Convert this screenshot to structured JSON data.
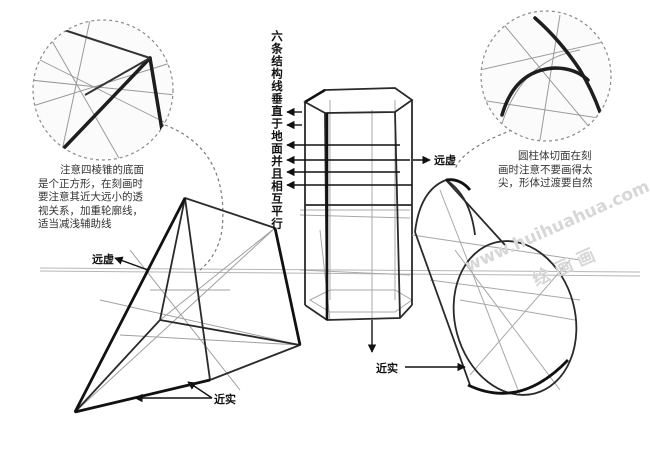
{
  "annotations": {
    "six_lines_vertical": "六条结构线垂直于地面并且相互平行",
    "pyramid_note": [
      "注意四棱锥的底面",
      "是个正方形，在刻画时",
      "要注意其近大远小的透",
      "视关系，加重轮廓线，",
      "适当减浅辅助线"
    ],
    "cylinder_note": [
      "圆柱体切面在刻",
      "画时注意不要画得太",
      "尖，形体过渡要自然"
    ],
    "far_label_left": "远虚",
    "far_label_right": "远虚",
    "near_label_left": "近实",
    "near_label_right": "近实"
  },
  "watermark": {
    "url": "www.huihuahua.com",
    "cn": "绘画画"
  },
  "colors": {
    "line_dark": "#1e1e1e",
    "line_light": "#9a9a9a",
    "circle_dash": "#7a7a7a",
    "background": "#ffffff"
  }
}
